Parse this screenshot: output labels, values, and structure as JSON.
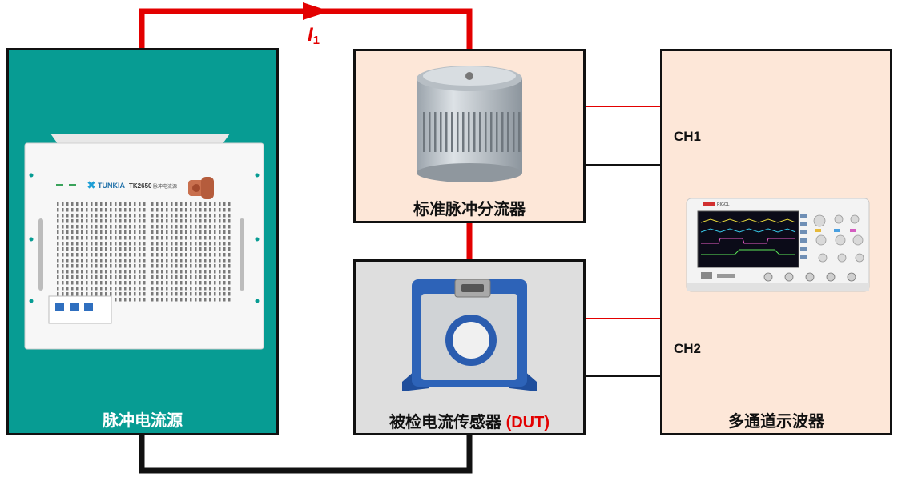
{
  "source": {
    "label": "脉冲电流源",
    "brand": "TUNKIA",
    "model": "TK2650",
    "model_caption": "脉冲电流源"
  },
  "shunt": {
    "label": "标准脉冲分流器"
  },
  "dut": {
    "label": "被检电流传感器",
    "tag": "(DUT)"
  },
  "scope": {
    "label": "多通道示波器",
    "ch1": "CH1",
    "ch2": "CH2",
    "brand": "RIGOL"
  },
  "current": {
    "symbol": "I",
    "subscript": "1"
  },
  "colors": {
    "source_fill": "#079c93",
    "panel_fill": "#fde7d8",
    "dut_fill": "#dedede",
    "wire_red": "#e30000",
    "wire_black": "#111111"
  }
}
